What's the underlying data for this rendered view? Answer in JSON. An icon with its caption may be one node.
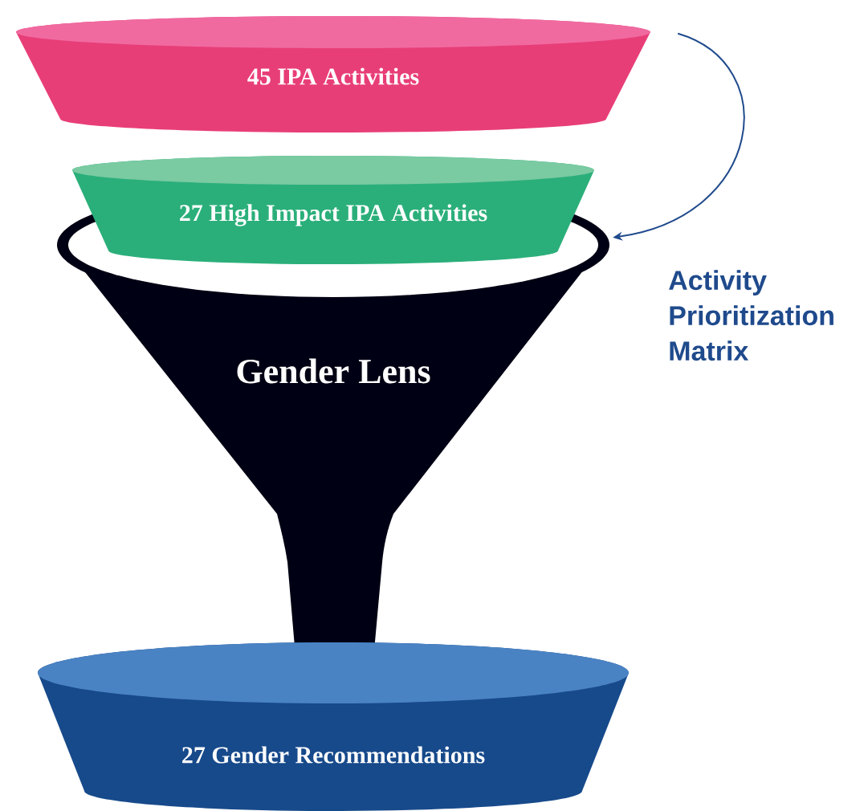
{
  "diagram": {
    "nodes": [
      {
        "text": [
          "45 IPA Activities"
        ]
      },
      {
        "text": [
          "27 High Impact IPA Activities"
        ]
      },
      {
        "text": [
          "Gender Lens"
        ]
      },
      {
        "text": [
          "27 Gender Recommendations"
        ]
      }
    ],
    "edges": [
      {
        "from": 0,
        "to": 2,
        "arrow": "to",
        "label": "Activity Prioritization Matrix"
      }
    ]
  }
}
